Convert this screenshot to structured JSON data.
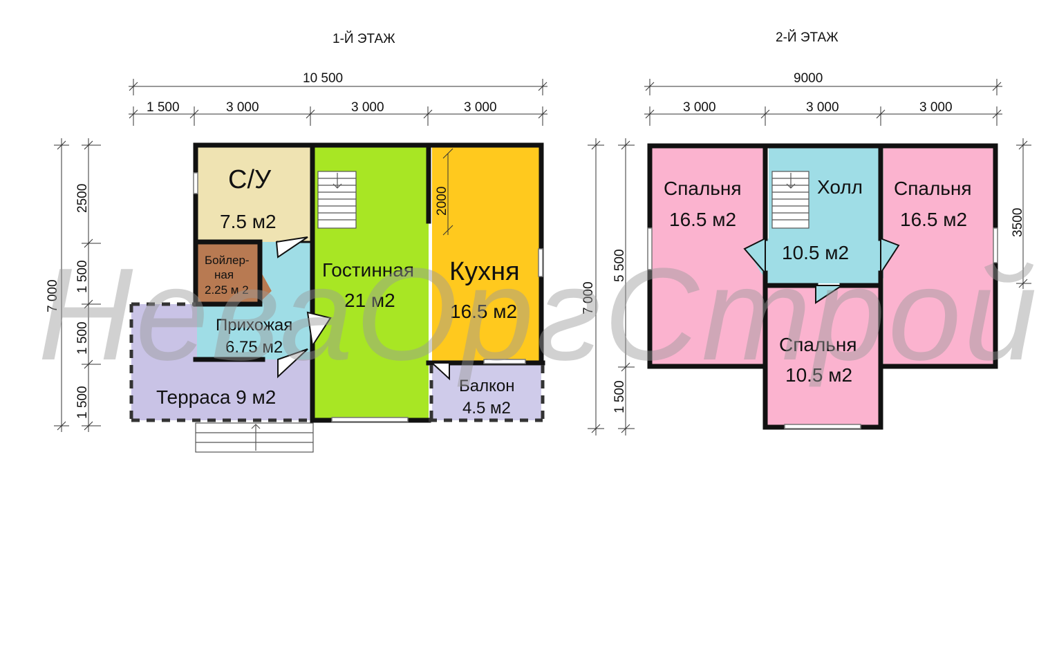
{
  "watermark": "НеваОргСтрой",
  "floor1": {
    "title": "1-Й ЭТАЖ",
    "dims_top": {
      "total": "10 500",
      "segments": [
        "1 500",
        "3 000",
        "3 000",
        "3 000"
      ]
    },
    "dims_left": {
      "total": "7 000",
      "segments": [
        "2500",
        "1 500",
        "1 500",
        "1 500"
      ]
    },
    "stair_dim": "2000",
    "rooms": {
      "su": {
        "name": "С/У",
        "area": "7.5 м2",
        "color": "#efe3b2"
      },
      "boiler": {
        "name1": "Бойлер-",
        "name2": "ная",
        "area": "2.25 м 2",
        "color": "#b87a52"
      },
      "hall": {
        "name": "Прихожая",
        "area": "6.75 м2",
        "color": "#9fdde6"
      },
      "terrace": {
        "label": "Терраса 9 м2",
        "color": "#c9c3e6"
      },
      "living": {
        "name": "Гостинная",
        "area": "21 м2",
        "color": "#a8e624"
      },
      "kitchen": {
        "name": "Кухня",
        "area": "16.5 м2",
        "color": "#ffc91e"
      },
      "balcony": {
        "name": "Балкон",
        "area": "4.5 м2",
        "color": "#cfcbea"
      }
    }
  },
  "floor2": {
    "title": "2-Й ЭТАЖ",
    "dims_top": {
      "total": "9000",
      "segments": [
        "3 000",
        "3 000",
        "3 000"
      ]
    },
    "dims_left": {
      "total": "7 000",
      "segments": [
        "5 500",
        "1 500"
      ]
    },
    "dims_right": {
      "segment": "3500"
    },
    "rooms": {
      "bed_left": {
        "name": "Спальня",
        "area": "16.5 м2",
        "color": "#fbb3cf"
      },
      "hall": {
        "name": "Холл",
        "area": "10.5 м2",
        "color": "#9fdde6"
      },
      "bed_right": {
        "name": "Спальня",
        "area": "16.5 м2",
        "color": "#fbb3cf"
      },
      "bed_bottom": {
        "name": "Спальня",
        "area": "10.5 м2",
        "color": "#fbb3cf"
      }
    }
  }
}
